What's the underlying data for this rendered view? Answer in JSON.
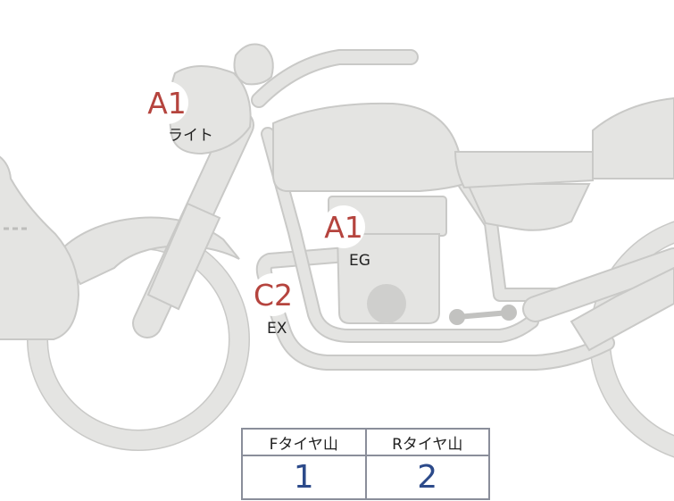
{
  "callouts": [
    {
      "id": "light",
      "grade": "A1",
      "part": "ライト"
    },
    {
      "id": "engine",
      "grade": "A1",
      "part": "EG"
    },
    {
      "id": "exhaust",
      "grade": "C2",
      "part": "EX"
    }
  ],
  "tire_table": {
    "headers": [
      "Fタイヤ山",
      "Rタイヤ山"
    ],
    "values": [
      "1",
      "2"
    ]
  },
  "colors": {
    "body": "#e4e4e2",
    "outline": "#c9c9c7",
    "grade_text": "#b5443e",
    "value_text": "#2c4a8a",
    "table_border": "#8a8e9a"
  }
}
